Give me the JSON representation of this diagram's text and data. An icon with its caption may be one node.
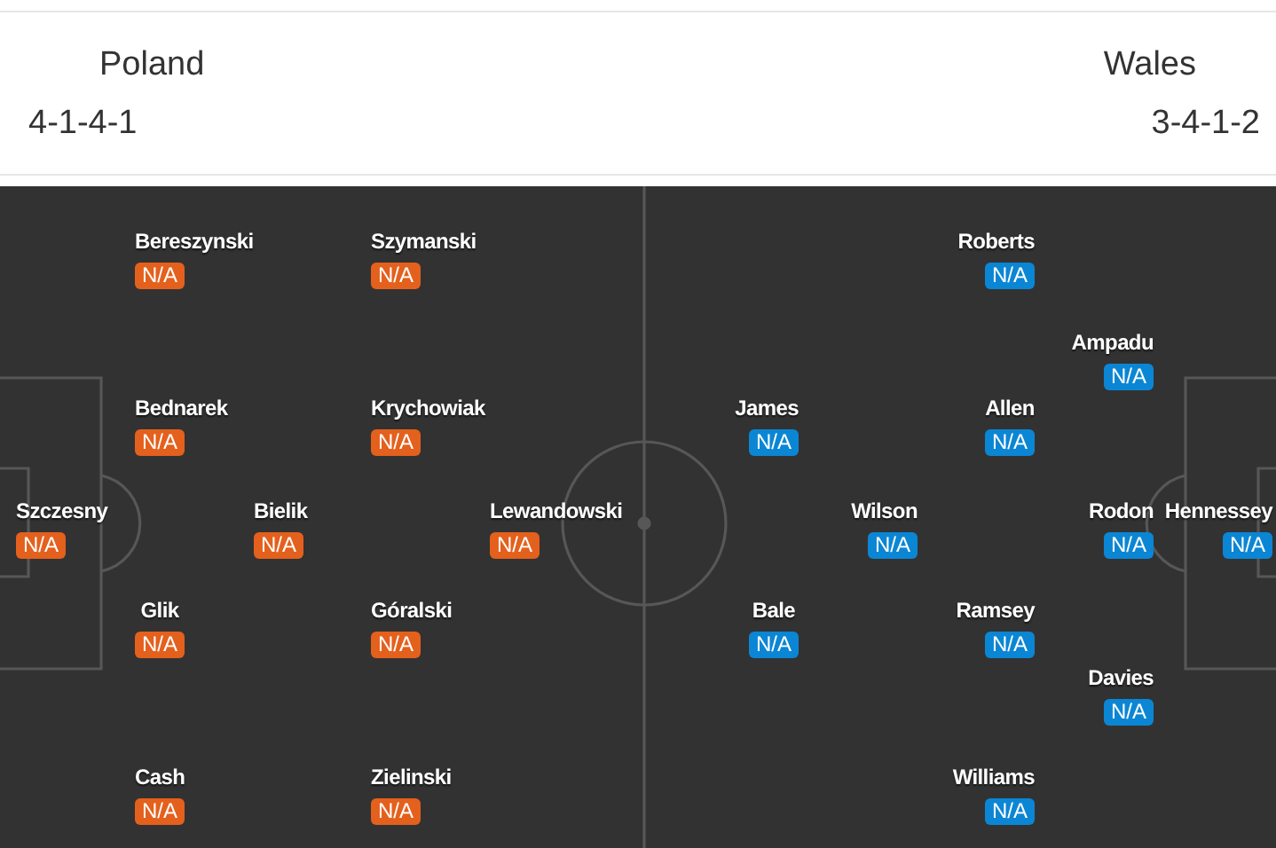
{
  "diagram": {
    "nodes": [
      {
        "text": [
          "Szczesny",
          "N/A"
        ]
      },
      {
        "text": [
          "Bereszynski",
          "N/A"
        ]
      },
      {
        "text": [
          "Bednarek",
          "N/A"
        ]
      },
      {
        "text": [
          "Glik",
          "N/A"
        ]
      },
      {
        "text": [
          "Cash",
          "N/A"
        ]
      },
      {
        "text": [
          "Bielik",
          "N/A"
        ]
      },
      {
        "text": [
          "Szymanski",
          "N/A"
        ]
      },
      {
        "text": [
          "Krychowiak",
          "N/A"
        ]
      },
      {
        "text": [
          "Góralski",
          "N/A"
        ]
      },
      {
        "text": [
          "Zielinski",
          "N/A"
        ]
      },
      {
        "text": [
          "Lewandowski",
          "N/A"
        ]
      },
      {
        "text": [
          "James",
          "N/A"
        ]
      },
      {
        "text": [
          "Bale",
          "N/A"
        ]
      },
      {
        "text": [
          "Wilson",
          "N/A"
        ]
      },
      {
        "text": [
          "Roberts",
          "N/A"
        ]
      },
      {
        "text": [
          "Allen",
          "N/A"
        ]
      },
      {
        "text": [
          "Ramsey",
          "N/A"
        ]
      },
      {
        "text": [
          "Williams",
          "N/A"
        ]
      },
      {
        "text": [
          "Ampadu",
          "N/A"
        ]
      },
      {
        "text": [
          "Rodon",
          "N/A"
        ]
      },
      {
        "text": [
          "Davies",
          "N/A"
        ]
      },
      {
        "text": [
          "Hennessey",
          "N/A"
        ]
      }
    ],
    "labels": [
      "Poland",
      "Wales",
      "4-1-4-1",
      "3-4-1-2"
    ]
  }
}
